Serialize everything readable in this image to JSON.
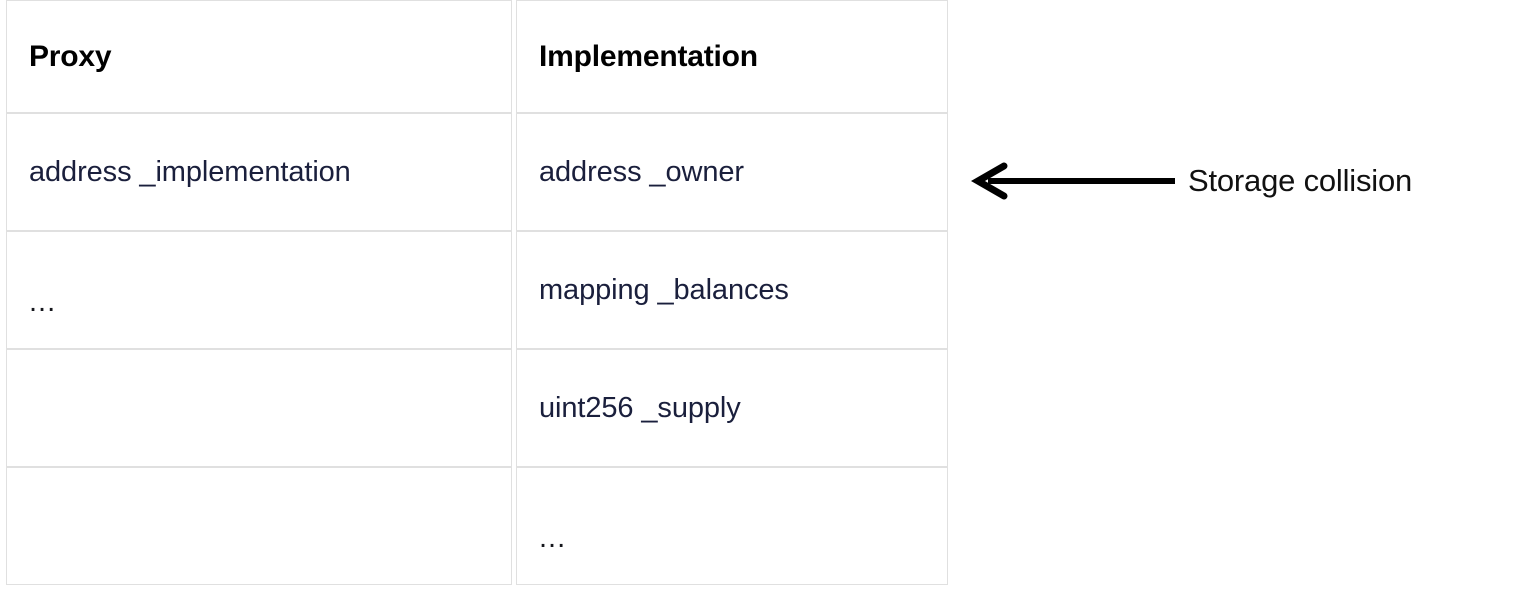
{
  "table": {
    "columns": [
      {
        "key": "proxy",
        "label": "Proxy"
      },
      {
        "key": "implementation",
        "label": "Implementation"
      }
    ],
    "rows": [
      {
        "proxy": "address _implementation",
        "implementation": "address _owner"
      },
      {
        "proxy": "...",
        "implementation": "mapping _balances"
      },
      {
        "proxy": "",
        "implementation": "uint256 _supply"
      },
      {
        "proxy": "",
        "implementation": "..."
      }
    ]
  },
  "annotation": {
    "label": "Storage collision",
    "arrow_icon": "arrow-left-icon",
    "direction": "left"
  },
  "colors": {
    "body_text": "#1a1f3c",
    "header_text": "#000000",
    "border": "#e0e0e0",
    "background": "#ffffff",
    "annotation_text": "#111111"
  }
}
